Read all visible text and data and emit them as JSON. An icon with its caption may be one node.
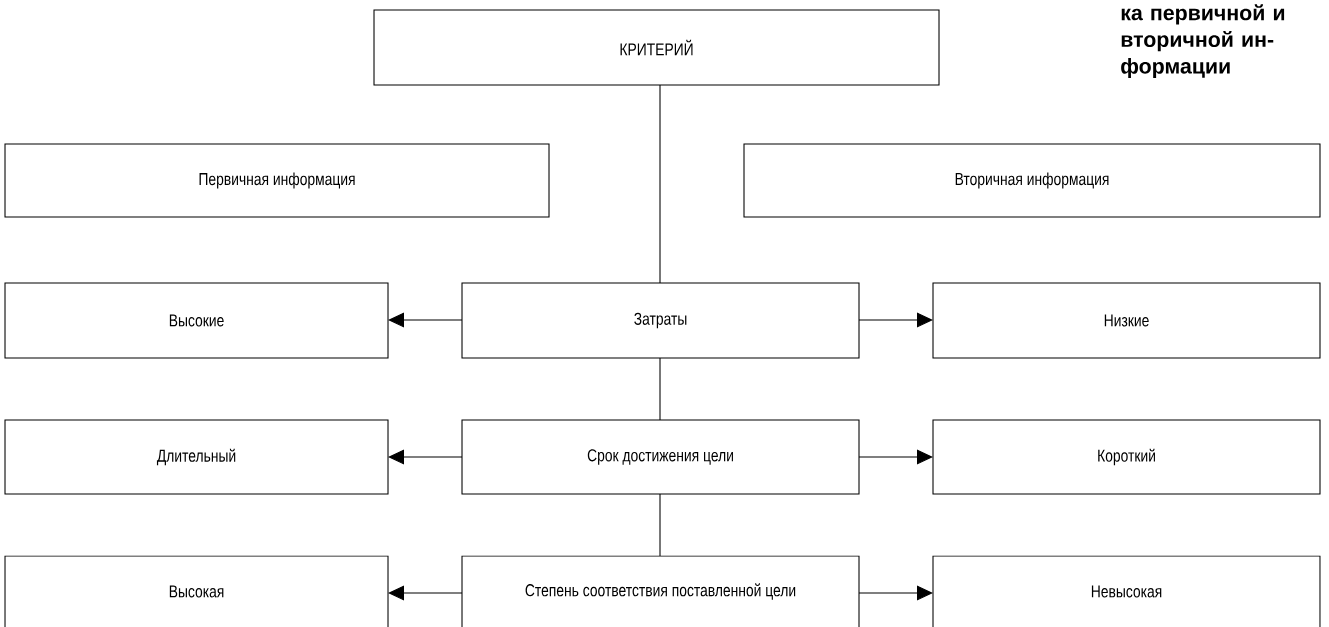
{
  "diagram": {
    "nodes": [
      {
        "text": [
          "КРИТЕРИЙ"
        ]
      },
      {
        "text": [
          "Первичная информация"
        ]
      },
      {
        "text": [
          "Вторичная информация"
        ]
      },
      {
        "text": [
          "Высокие"
        ]
      },
      {
        "text": [
          "Затраты"
        ]
      },
      {
        "text": [
          "Низкие"
        ]
      },
      {
        "text": [
          "Длительный"
        ]
      },
      {
        "text": [
          "Срок достижения цели"
        ]
      },
      {
        "text": [
          "Короткий"
        ]
      },
      {
        "text": [
          "Высокая"
        ]
      },
      {
        "text": [
          "Степень соответствия поставленной цели"
        ]
      },
      {
        "text": [
          "Невысокая"
        ]
      }
    ],
    "edges": [
      {
        "from": 0,
        "to": 4,
        "arrow": "none"
      },
      {
        "from": 4,
        "to": 3,
        "arrow": "to"
      },
      {
        "from": 4,
        "to": 5,
        "arrow": "to"
      },
      {
        "from": 4,
        "to": 7,
        "arrow": "none"
      },
      {
        "from": 7,
        "to": 6,
        "arrow": "to"
      },
      {
        "from": 7,
        "to": 8,
        "arrow": "to"
      },
      {
        "from": 7,
        "to": 10,
        "arrow": "none"
      },
      {
        "from": 10,
        "to": 9,
        "arrow": "to"
      },
      {
        "from": 10,
        "to": 11,
        "arrow": "to"
      }
    ],
    "labels": [
      "ка первичной и вторичной ин- формации"
    ]
  }
}
